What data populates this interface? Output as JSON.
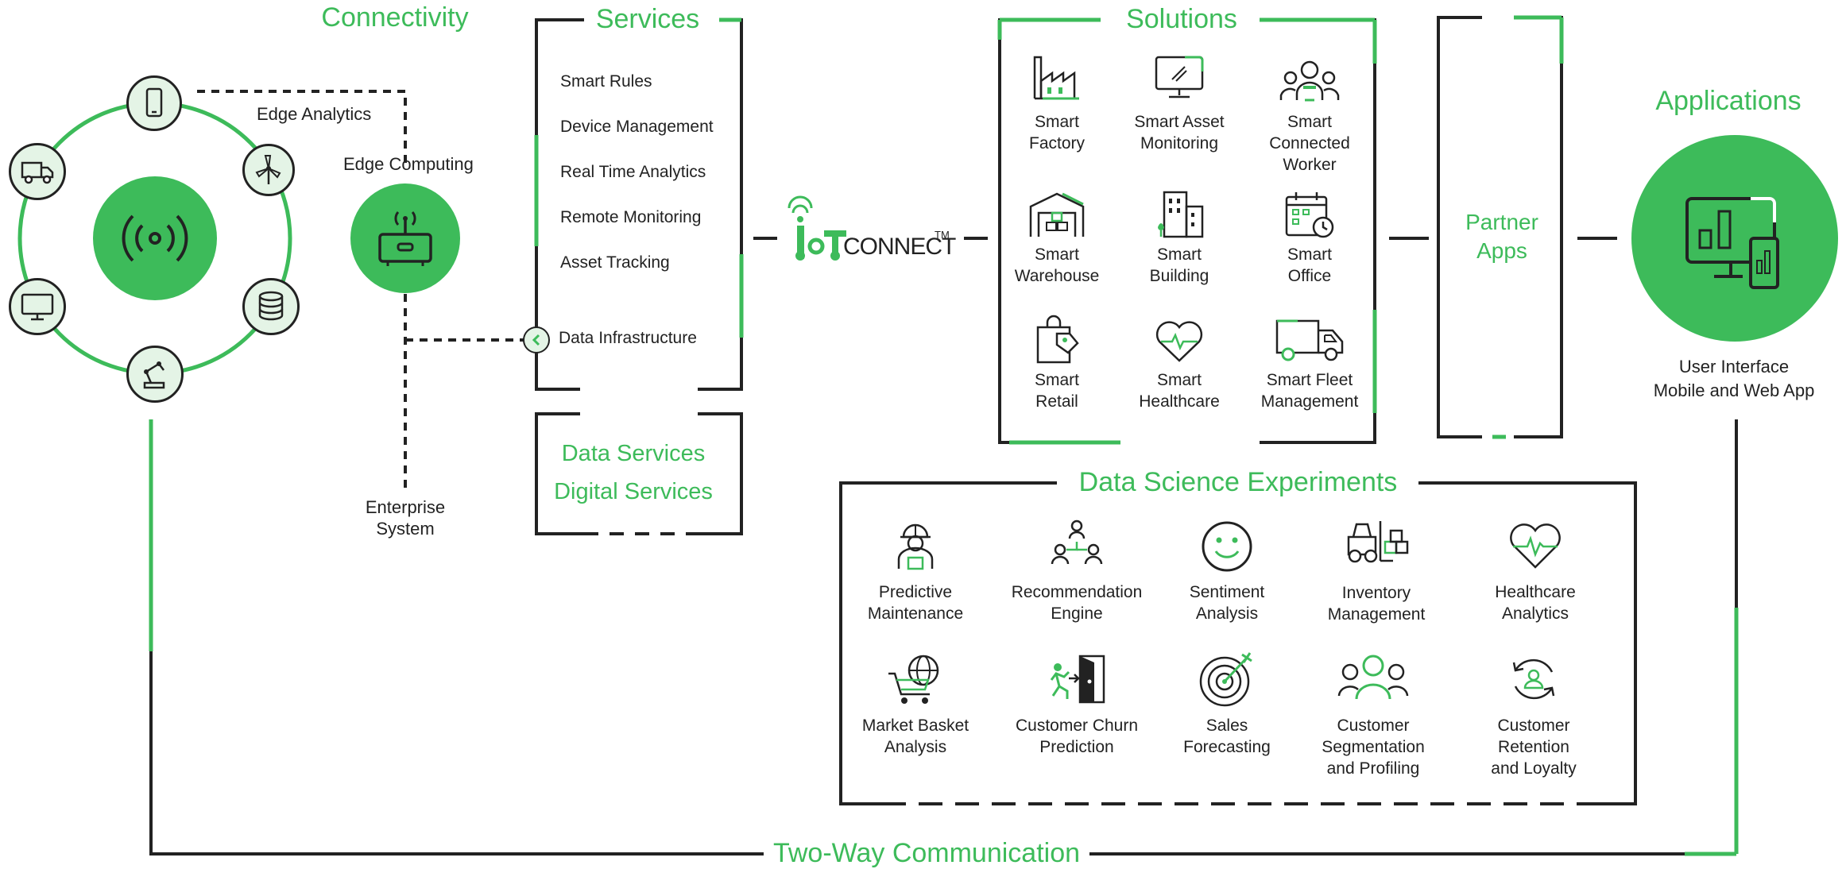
{
  "headings": {
    "connectivity": "Connectivity",
    "services": "Services",
    "solutions": "Solutions",
    "applications": "Applications",
    "data_science": "Data Science Experiments",
    "two_way": "Two-Way Communication"
  },
  "connectivity": {
    "edge_analytics": "Edge Analytics",
    "edge_computing": "Edge Computing",
    "enterprise_line1": "Enterprise",
    "enterprise_line2": "System",
    "device_icons": [
      "phone-icon",
      "turbine-icon",
      "database-icon",
      "robot-arm-icon",
      "monitor-icon",
      "truck-icon"
    ]
  },
  "services": {
    "items": [
      "Smart Rules",
      "Device Management",
      "Real Time Analytics",
      "Remote Monitoring",
      "Asset Tracking"
    ],
    "data_infrastructure": "Data Infrastructure",
    "data_services": "Data Services",
    "digital_services": "Digital Services"
  },
  "logo": {
    "text": "CONNECT",
    "tm": "TM"
  },
  "solutions": [
    {
      "icon": "factory-icon",
      "lines": [
        "Smart",
        "Factory"
      ]
    },
    {
      "icon": "asset-monitor-icon",
      "lines": [
        "Smart Asset",
        "Monitoring"
      ]
    },
    {
      "icon": "connected-worker-icon",
      "lines": [
        "Smart",
        "Connected",
        "Worker"
      ]
    },
    {
      "icon": "warehouse-icon",
      "lines": [
        "Smart",
        "Warehouse"
      ]
    },
    {
      "icon": "building-icon",
      "lines": [
        "Smart",
        "Building"
      ]
    },
    {
      "icon": "office-calendar-icon",
      "lines": [
        "Smart",
        "Office"
      ]
    },
    {
      "icon": "retail-bag-icon",
      "lines": [
        "Smart",
        "Retail"
      ]
    },
    {
      "icon": "heart-icon",
      "lines": [
        "Smart",
        "Healthcare"
      ]
    },
    {
      "icon": "fleet-truck-icon",
      "lines": [
        "Smart Fleet",
        "Management"
      ]
    }
  ],
  "partner_apps": {
    "line1": "Partner",
    "line2": "Apps"
  },
  "applications_caption": {
    "line1": "User Interface",
    "line2": "Mobile and Web App"
  },
  "experiments": [
    {
      "icon": "worker-helmet-icon",
      "lines": [
        "Predictive",
        "Maintenance"
      ]
    },
    {
      "icon": "recommendation-icon",
      "lines": [
        "Recommendation",
        "Engine"
      ]
    },
    {
      "icon": "smiley-icon",
      "lines": [
        "Sentiment",
        "Analysis"
      ]
    },
    {
      "icon": "forklift-icon",
      "lines": [
        "Inventory",
        "Management"
      ]
    },
    {
      "icon": "heart-pulse-icon",
      "lines": [
        "Healthcare",
        "Analytics"
      ]
    },
    {
      "icon": "shopping-cart-icon",
      "lines": [
        "Market Basket",
        "Analysis"
      ]
    },
    {
      "icon": "exit-door-icon",
      "lines": [
        "Customer Churn",
        "Prediction"
      ]
    },
    {
      "icon": "target-icon",
      "lines": [
        "Sales",
        "Forecasting"
      ]
    },
    {
      "icon": "group-icon",
      "lines": [
        "Customer",
        "Segmentation",
        "and Profiling"
      ]
    },
    {
      "icon": "retention-icon",
      "lines": [
        "Customer",
        "Retention",
        "and Loyalty"
      ]
    }
  ],
  "colors": {
    "accent": "#3dbb5a",
    "dark": "#222222",
    "light_fill": "#e4f4e6"
  }
}
